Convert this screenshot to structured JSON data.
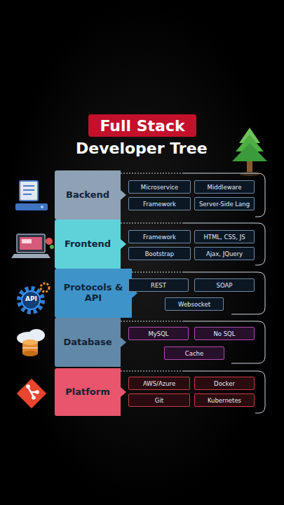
{
  "diagram": {
    "nodes": [
      {
        "text": [
          "Full Stack"
        ]
      },
      {
        "text": [
          "Backend"
        ]
      },
      {
        "text": [
          "Microservice"
        ]
      },
      {
        "text": [
          "Middleware"
        ]
      },
      {
        "text": [
          "Framework"
        ]
      },
      {
        "text": [
          "Server-Side Lang"
        ]
      },
      {
        "text": [
          "Frontend"
        ]
      },
      {
        "text": [
          "Framework"
        ]
      },
      {
        "text": [
          "HTML, CSS, JS"
        ]
      },
      {
        "text": [
          "Bootstrap"
        ]
      },
      {
        "text": [
          "Ajax, JQuery"
        ]
      },
      {
        "text": [
          "Protocols & API"
        ]
      },
      {
        "text": [
          "REST"
        ]
      },
      {
        "text": [
          "SOAP"
        ]
      },
      {
        "text": [
          "Websocket"
        ]
      },
      {
        "text": [
          "Database"
        ]
      },
      {
        "text": [
          "MySQL"
        ]
      },
      {
        "text": [
          "No SQL"
        ]
      },
      {
        "text": [
          "Cache"
        ]
      },
      {
        "text": [
          "Platform"
        ]
      },
      {
        "text": [
          "AWS/Azure"
        ]
      },
      {
        "text": [
          "Docker"
        ]
      },
      {
        "text": [
          "Git"
        ]
      },
      {
        "text": [
          "Kubernetes"
        ]
      }
    ],
    "labels": [
      "Developer Tree",
      "API"
    ]
  }
}
